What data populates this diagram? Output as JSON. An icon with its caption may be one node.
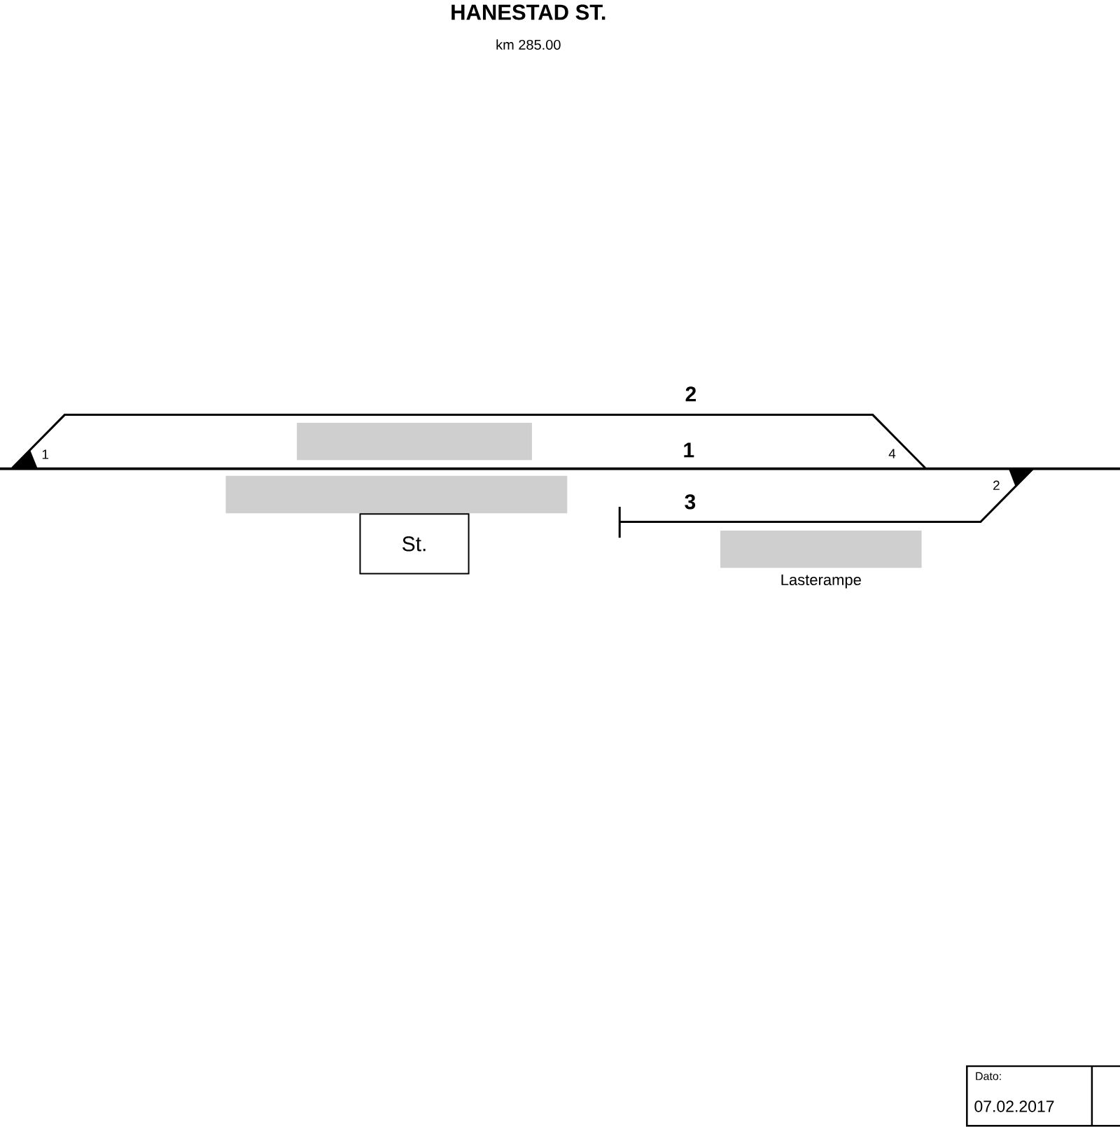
{
  "diagram": {
    "title": "HANESTAD ST.",
    "nodes": [
      {
        "text": [],
        "shape": "bar"
      },
      {
        "text": [],
        "shape": "bar"
      },
      {
        "text": [
          "St."
        ]
      },
      {
        "text": [],
        "shape": "bar",
        "beside": [
          "Lasterampe"
        ]
      }
    ],
    "labels": [
      "km 285.00",
      "2",
      "1",
      "1",
      "4",
      "2",
      "3",
      "Dato:",
      "07.02.2017"
    ]
  }
}
